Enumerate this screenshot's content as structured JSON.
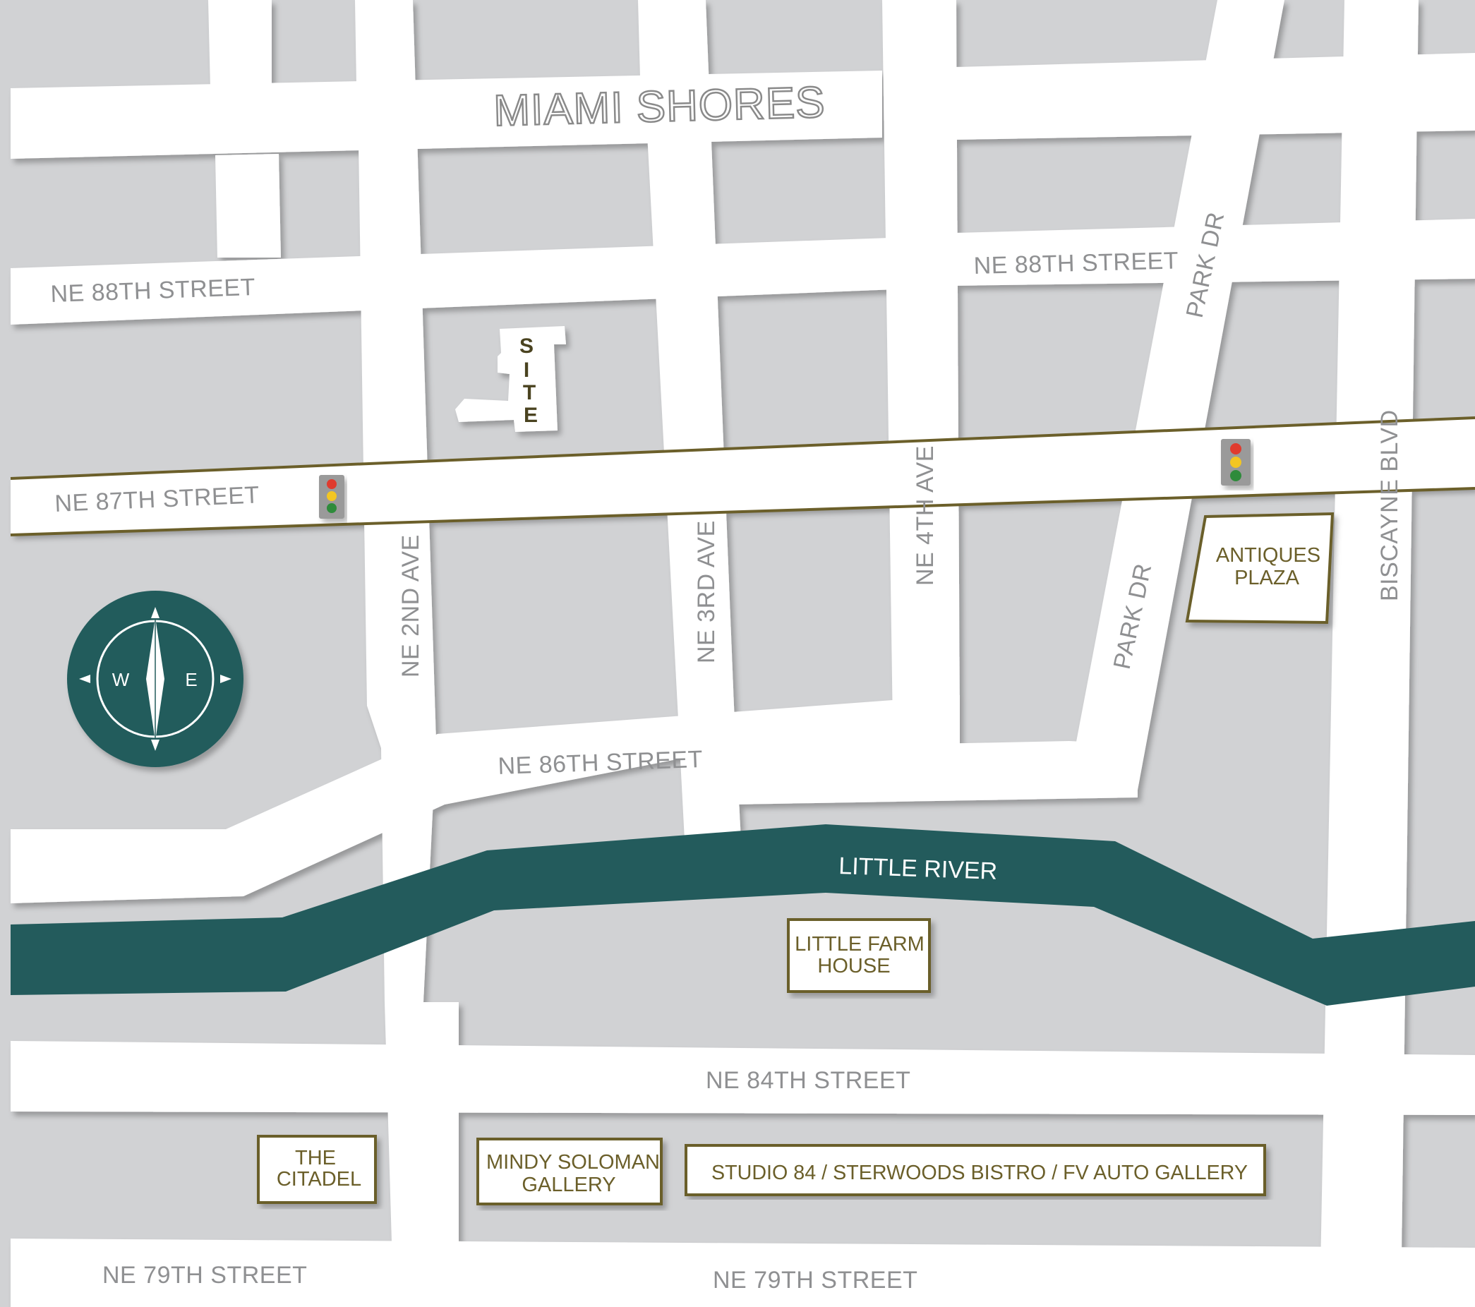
{
  "map": {
    "area_label": "MIAMI SHORES",
    "river_label": "LITTLE RIVER",
    "colors": {
      "background": "#d1d2d4",
      "road": "#ffffff",
      "river": "#235b5c",
      "accent": "#6b5f2a",
      "compass": "#235b5c",
      "signal_red": "#e03a2e",
      "signal_yellow": "#f3c620",
      "signal_green": "#2e8b3a"
    },
    "streets": {
      "ne88_west": "NE 88TH STREET",
      "ne88_east": "NE 88TH STREET",
      "ne87": "NE 87TH STREET",
      "ne86": "NE 86TH STREET",
      "ne84": "NE 84TH STREET",
      "ne79_west": "NE 79TH STREET",
      "ne79_east": "NE 79TH STREET",
      "ne2ave": "NE 2ND AVE",
      "ne3ave": "NE 3RD AVE",
      "ne4ave": "NE 4TH AVE",
      "park_dr_north": "PARK DR",
      "park_dr_south": "PARK DR",
      "biscayne": "BISCAYNE BLVD"
    },
    "site": {
      "letters": [
        "S",
        "I",
        "T",
        "E"
      ]
    },
    "places": {
      "antiques_plaza": [
        "ANTIQUES",
        "PLAZA"
      ],
      "little_farm_house": [
        "LITTLE FARM",
        "HOUSE"
      ],
      "the_citadel": [
        "THE",
        "CITADEL"
      ],
      "mindy_soloman": [
        "MINDY SOLOMAN",
        "GALLERY"
      ],
      "studio84_row": "STUDIO 84 / STERWOODS BISTRO / FV AUTO GALLERY"
    },
    "compass": {
      "west": "W",
      "east": "E",
      "icon": "compass-rose-icon"
    },
    "traffic_lights": 2
  }
}
